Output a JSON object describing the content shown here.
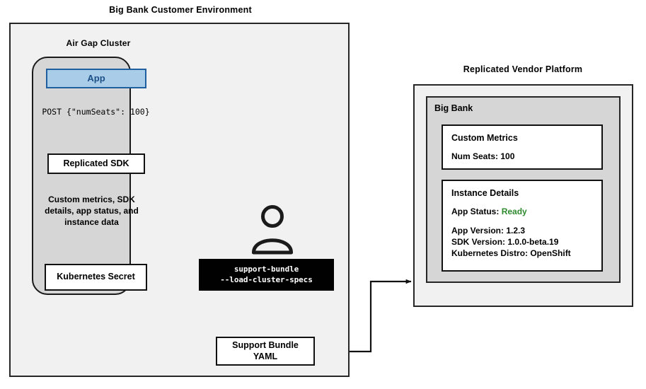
{
  "diagram": {
    "customer_env": {
      "title": "Big Bank Customer Environment",
      "cluster_title": "Air Gap Cluster",
      "app_node": "App",
      "post_label": "POST {\"numSeats\": 100}",
      "sdk_node": "Replicated SDK",
      "metrics_label": "Custom metrics, SDK details, app status, and instance data",
      "secret_node": "Kubernetes Secret",
      "support_bundle_cmd_line1": "support-bundle",
      "support_bundle_cmd_line2": "--load-cluster-specs",
      "bundle_yaml_node": "Support Bundle\nYAML",
      "user_icon_name": "person-icon"
    },
    "vendor_platform": {
      "title": "Replicated Vendor Platform",
      "account_label": "Big Bank",
      "custom_metrics": {
        "title": "Custom Metrics",
        "metric_line": "Num Seats: 100"
      },
      "instance_details": {
        "title": "Instance Details",
        "app_status_label": "App Status:",
        "app_status_value": "Ready",
        "app_version": "App Version: 1.2.3",
        "sdk_version": "SDK Version: 1.0.0-beta.19",
        "kubernetes_distro": "Kubernetes Distro: OpenShift"
      }
    },
    "colors": {
      "app_fill": "#a9cde9",
      "app_border": "#1f5f9e",
      "app_text": "#1b4f86",
      "cluster_fill": "#d6d6d6",
      "frame_fill": "#f1f1f1",
      "terminal_bg": "#010101",
      "terminal_text": "#ffffff",
      "status_ready": "#2f8a2f",
      "stroke": "#111111"
    }
  }
}
